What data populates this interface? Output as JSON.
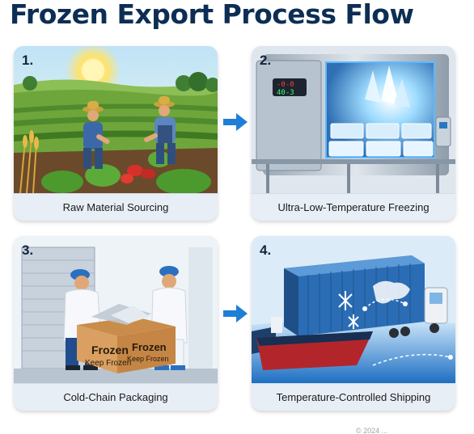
{
  "title": "Frozen Export Process Flow",
  "steps": [
    {
      "number": "1.",
      "label": "Raw Material Sourcing"
    },
    {
      "number": "2.",
      "label": "Ultra-Low-Temperature Freezing"
    },
    {
      "number": "3.",
      "label": "Cold-Chain Packaging"
    },
    {
      "number": "4.",
      "label": "Temperature-Controlled Shipping"
    }
  ],
  "freezer_display": {
    "top": "-0-0",
    "bottom": "40-3"
  },
  "box_labels": {
    "left": {
      "line1": "Frozen",
      "line2": "Keep Frozen"
    },
    "right": {
      "line1": "Frozen",
      "line2": "Keep Frozen"
    }
  },
  "copyright": "© 2024 ...",
  "colors": {
    "title": "#0d2e54",
    "arrow": "#1f7fd6",
    "card_bg": "#edf2f8"
  }
}
